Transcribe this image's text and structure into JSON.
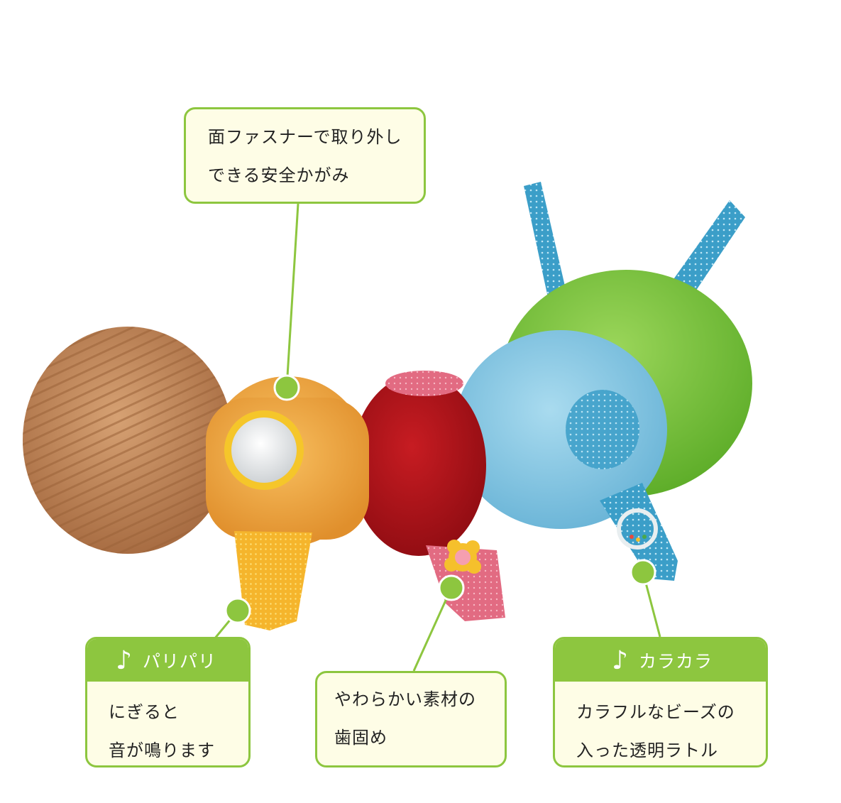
{
  "callouts": {
    "mirror": {
      "line1": "面ファスナーで取り外し",
      "line2": "できる安全かがみ"
    },
    "paripari": {
      "note": "♪",
      "title": "パリパリ",
      "line1": "にぎると",
      "line2": "音が鳴ります"
    },
    "teether": {
      "line1": "やわらかい素材の",
      "line2": "歯固め"
    },
    "rattle": {
      "note": "♪",
      "title": "カラカラ",
      "line1": "カラフルなビーズの",
      "line2": "入った透明ラトル"
    }
  },
  "colors": {
    "accent_green": "#8dc63f",
    "callout_fill": "#fefde6",
    "brown_segment": "#c48a5c",
    "orange_segment": "#f0a544",
    "red_segment": "#b5141b",
    "blue_segment": "#8ccbe6",
    "green_head": "#7ec63f",
    "antenna_blue": "#3b9ec8"
  }
}
